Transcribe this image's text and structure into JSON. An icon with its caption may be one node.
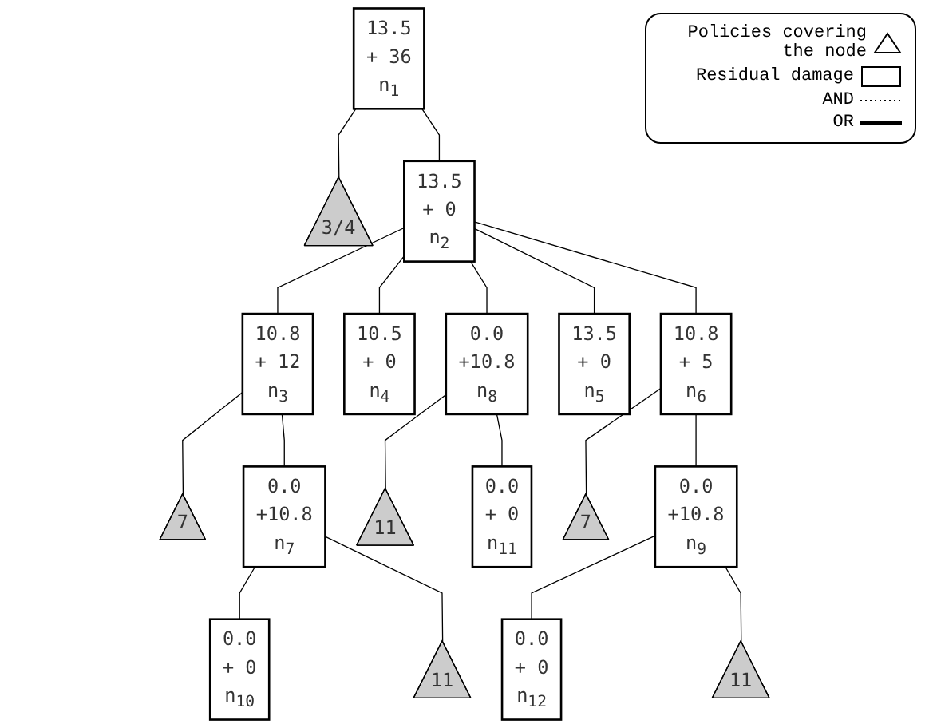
{
  "diagram": {
    "nodes": [
      {
        "text": [
          "13.5",
          "+ 36",
          "n$_{1}$"
        ]
      },
      {
        "text": [
          "3/4"
        ]
      },
      {
        "text": [
          "13.5",
          "+ 0",
          "n$_{2}$"
        ]
      },
      {
        "text": [
          "10.8",
          "+ 12",
          "n$_{3}$"
        ]
      },
      {
        "text": [
          "10.5",
          "+ 0",
          "n$_{4}$"
        ]
      },
      {
        "text": [
          "13.5",
          "+ 0",
          "n$_{5}$"
        ]
      },
      {
        "text": [
          "10.8",
          "+ 5",
          "n$_{6}$"
        ]
      },
      {
        "text": [
          "7"
        ]
      },
      {
        "text": [
          "0.0",
          "+10.8",
          "n$_{7}$"
        ]
      },
      {
        "text": [
          "0.0",
          "+10.8",
          "n$_{8}$"
        ]
      },
      {
        "text": [
          "7"
        ]
      },
      {
        "text": [
          "0.0",
          "+10.8",
          "n$_{9}$"
        ]
      },
      {
        "text": [
          "0.0",
          "+ 0",
          "n$_{10}$"
        ]
      },
      {
        "text": [
          "11"
        ]
      },
      {
        "text": [
          "11"
        ]
      },
      {
        "text": [
          "0.0",
          "+ 0",
          "n$_{11}$"
        ]
      },
      {
        "text": [
          "0.0",
          "+ 0",
          "n$_{12}$"
        ]
      },
      {
        "text": [
          "11"
        ]
      }
    ],
    "edges": [
      {
        "from": 0,
        "to": 1,
        "arrow": "none"
      },
      {
        "from": 0,
        "to": 2,
        "arrow": "none"
      },
      {
        "from": 2,
        "to": 3,
        "arrow": "none"
      },
      {
        "from": 2,
        "to": 4,
        "arrow": "none"
      },
      {
        "from": 2,
        "to": 9,
        "arrow": "none"
      },
      {
        "from": 2,
        "to": 5,
        "arrow": "none"
      },
      {
        "from": 2,
        "to": 6,
        "arrow": "none"
      },
      {
        "from": 3,
        "to": 7,
        "arrow": "none"
      },
      {
        "from": 3,
        "to": 8,
        "arrow": "none"
      },
      {
        "from": 8,
        "to": 12,
        "arrow": "none"
      },
      {
        "from": 8,
        "to": 13,
        "arrow": "none"
      },
      {
        "from": 9,
        "to": 14,
        "arrow": "none"
      },
      {
        "from": 9,
        "to": 15,
        "arrow": "none"
      },
      {
        "from": 6,
        "to": 10,
        "arrow": "none"
      },
      {
        "from": 6,
        "to": 11,
        "arrow": "none"
      },
      {
        "from": 11,
        "to": 16,
        "arrow": "none"
      },
      {
        "from": 11,
        "to": 17,
        "arrow": "none"
      }
    ],
    "legend": [
      {
        "text": "Policies covering the node"
      },
      {
        "text": "Residual damage"
      },
      {
        "text": "AND"
      },
      {
        "text": "OR"
      }
    ]
  }
}
